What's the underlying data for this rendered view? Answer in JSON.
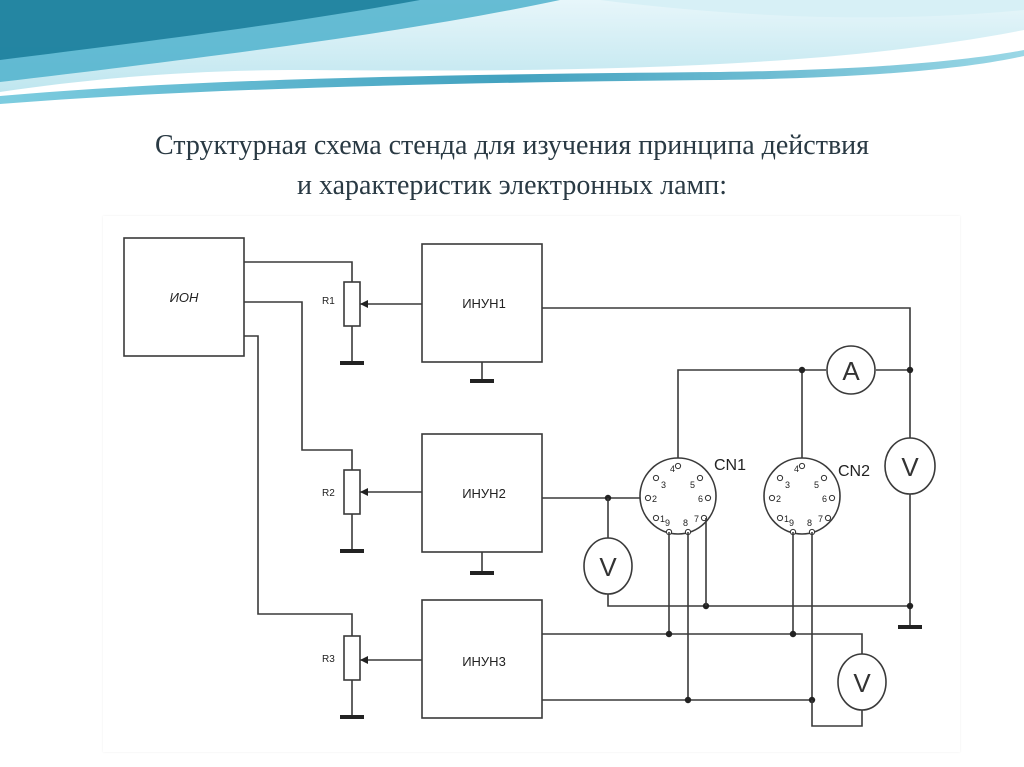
{
  "title": {
    "line1": "Структурная схема стенда для изучения принципа действия",
    "line2": "и характеристик электронных ламп:"
  },
  "diagram": {
    "ion_label": "ИОН",
    "inun1_label": "ИНУН1",
    "inun2_label": "ИНУН2",
    "inun3_label": "ИНУН3",
    "r1_label": "R1",
    "r2_label": "R2",
    "r3_label": "R3",
    "cn1_label": "CN1",
    "cn2_label": "CN2",
    "ammeter_label": "A",
    "voltmeter_label": "V",
    "cn1_pins": [
      "4",
      "3",
      "5",
      "2",
      "6",
      "1",
      "9",
      "8",
      "7"
    ],
    "cn2_pins": [
      "4",
      "3",
      "5",
      "2",
      "6",
      "1",
      "9",
      "8",
      "7"
    ]
  },
  "colors": {
    "wave_light": "#b7e4ee",
    "wave_mid": "#4fb1cc",
    "wave_dark": "#1d7f9c",
    "title_text": "#2a3a44",
    "wire": "#3a3a3a"
  }
}
